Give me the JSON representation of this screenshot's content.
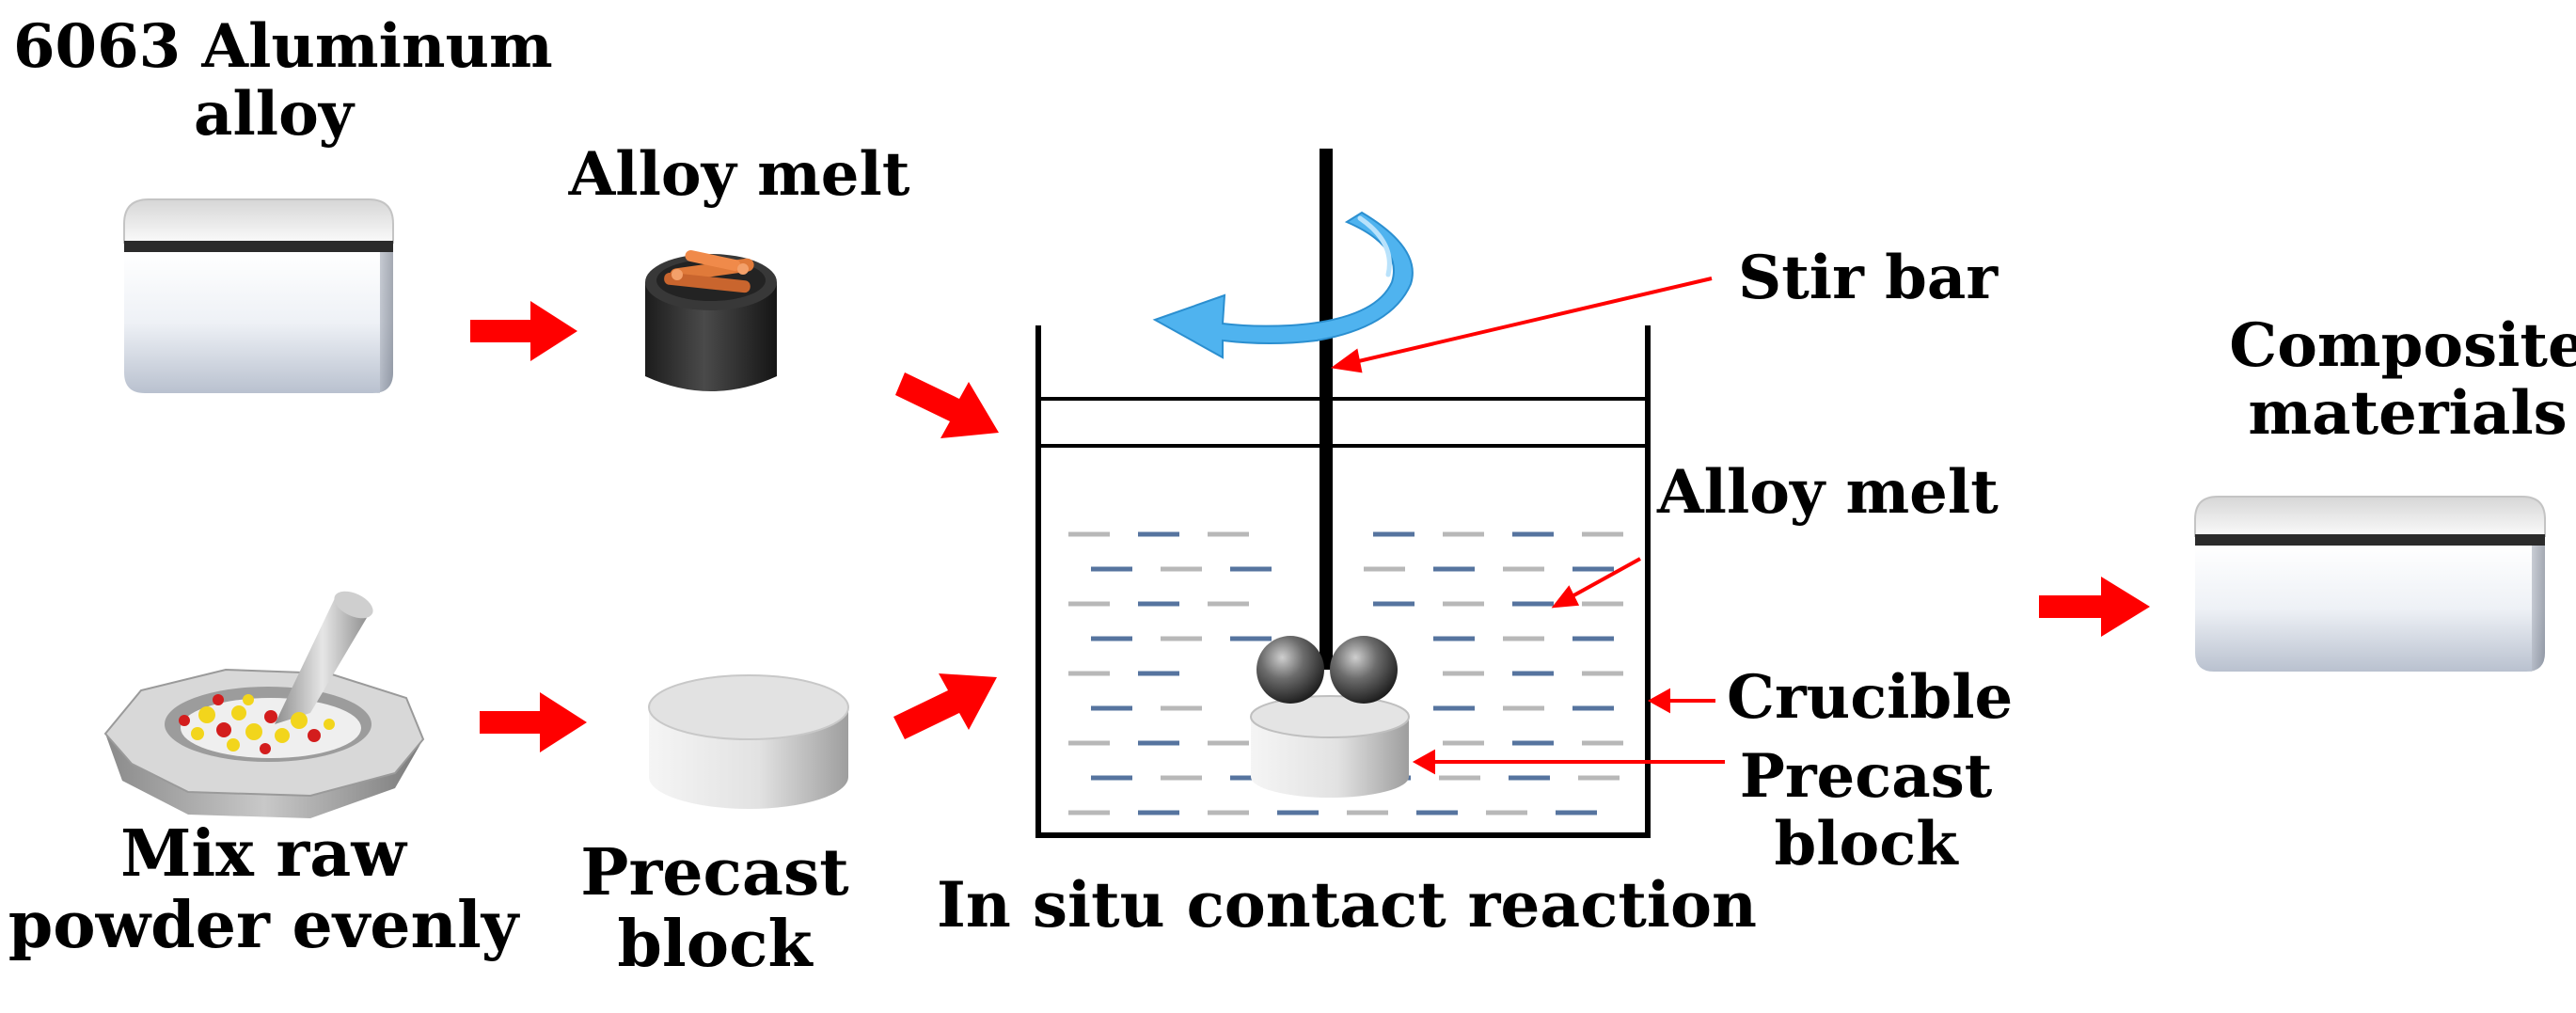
{
  "labels": {
    "aluminum_line1": "6063 Aluminum",
    "aluminum_line2": "alloy",
    "alloy_melt_top": "Alloy melt",
    "mix_line1": "Mix raw",
    "mix_line2": "powder evenly",
    "precast_line1": "Precast",
    "precast_line2": "block",
    "stir_bar": "Stir bar",
    "alloy_melt_right": "Alloy melt",
    "crucible": "Crucible",
    "precast_right_line1": "Precast",
    "precast_right_line2": "block",
    "reaction": "In situ contact reaction",
    "composite_line1": "Composite",
    "composite_line2": "materials"
  },
  "colors": {
    "arrow": "#ff0000",
    "rotation_arrow": "#4fb3ef",
    "melt_dash_blue": "#56749f",
    "melt_dash_gray": "#b8b8b8",
    "melt_container": "#2f2f2f",
    "melt_fill": "#e07a3a",
    "powder_yellow": "#f2d51c",
    "powder_red": "#d31d1d"
  },
  "icons": {
    "aluminum_block": "aluminum-ingot-icon",
    "melt_pot": "melt-pot-icon",
    "mortar": "mortar-pestle-icon",
    "precast_disc": "precast-disc-icon",
    "composite_block": "composite-ingot-icon"
  }
}
